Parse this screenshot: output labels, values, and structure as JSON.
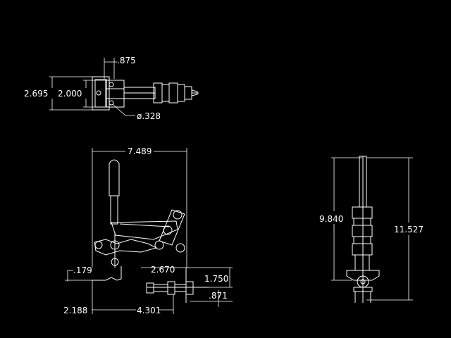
{
  "colors": {
    "background": "#000000",
    "lines": "#ffffff"
  },
  "dimensions": {
    "top_view": {
      "d875": ".875",
      "d2695": "2.695",
      "d2000": "2.000",
      "d328": "ø.328"
    },
    "front_view": {
      "d7489": "7.489",
      "d179": ".179",
      "d2670": "2.670",
      "d1750": "1.750",
      "d871": ".871",
      "d2188": "2.188",
      "d4301": "4.301"
    },
    "side_view": {
      "d9840": "9.840",
      "d11527": "11.527"
    }
  }
}
